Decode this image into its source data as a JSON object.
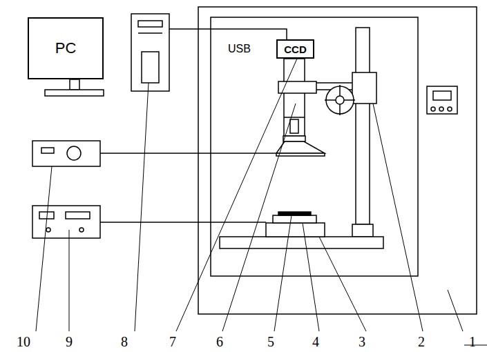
{
  "diagram": {
    "nodes": [
      {
        "text": [
          "PC"
        ]
      },
      {
        "text": [
          "CCD"
        ]
      }
    ],
    "labels": [
      "USB",
      "10",
      "9",
      "8",
      "7",
      "6",
      "5",
      "4",
      "3",
      "2",
      "1"
    ]
  }
}
